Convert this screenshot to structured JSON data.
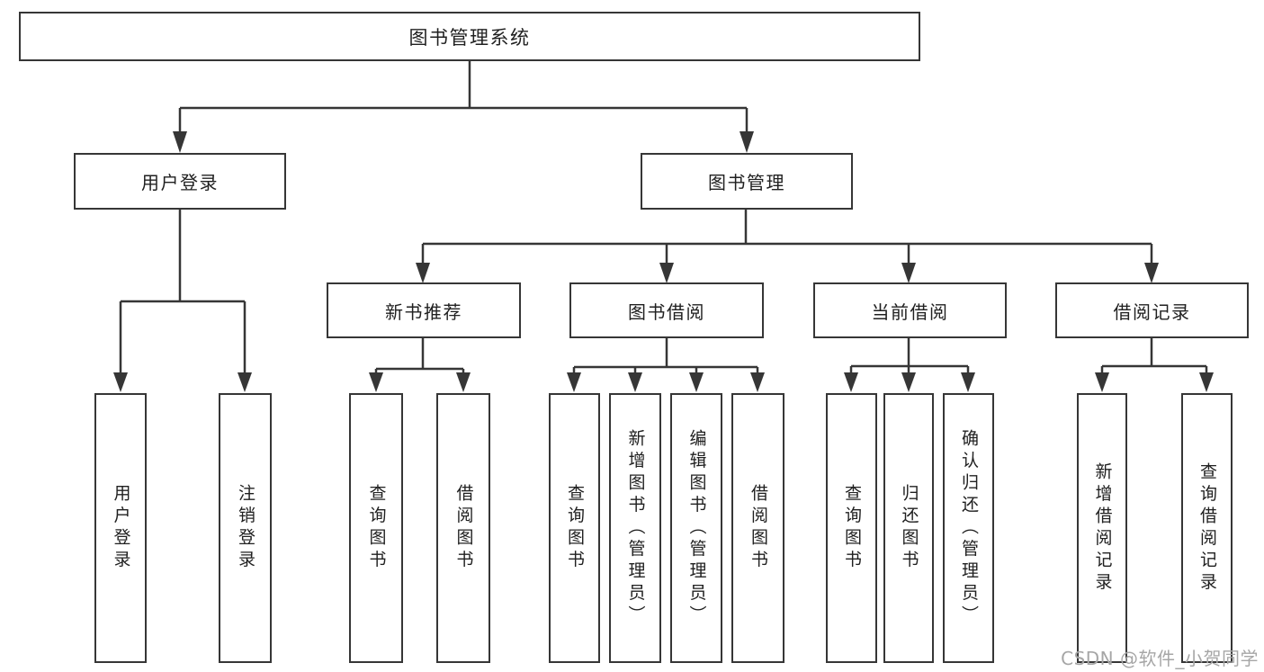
{
  "colors": {
    "line": "#363636",
    "text": "#202020",
    "watermark": "#a6a6a6",
    "background": "#ffffff"
  },
  "watermark": "CSDN @软件_小贺同学",
  "tree": {
    "label": "图书管理系统",
    "children": [
      {
        "label": "用户登录",
        "children": [
          {
            "label": "用户登录"
          },
          {
            "label": "注销登录"
          }
        ]
      },
      {
        "label": "图书管理",
        "children": [
          {
            "label": "新书推荐",
            "children": [
              {
                "label": "查询图书"
              },
              {
                "label": "借阅图书"
              }
            ]
          },
          {
            "label": "图书借阅",
            "children": [
              {
                "label": "查询图书"
              },
              {
                "label": "新增图书（管理员）"
              },
              {
                "label": "编辑图书（管理员）"
              },
              {
                "label": "借阅图书"
              }
            ]
          },
          {
            "label": "当前借阅",
            "children": [
              {
                "label": "查询图书"
              },
              {
                "label": "归还图书"
              },
              {
                "label": "确认归还（管理员）"
              }
            ]
          },
          {
            "label": "借阅记录",
            "children": [
              {
                "label": "新增借阅记录"
              },
              {
                "label": "查询借阅记录"
              }
            ]
          }
        ]
      }
    ]
  }
}
